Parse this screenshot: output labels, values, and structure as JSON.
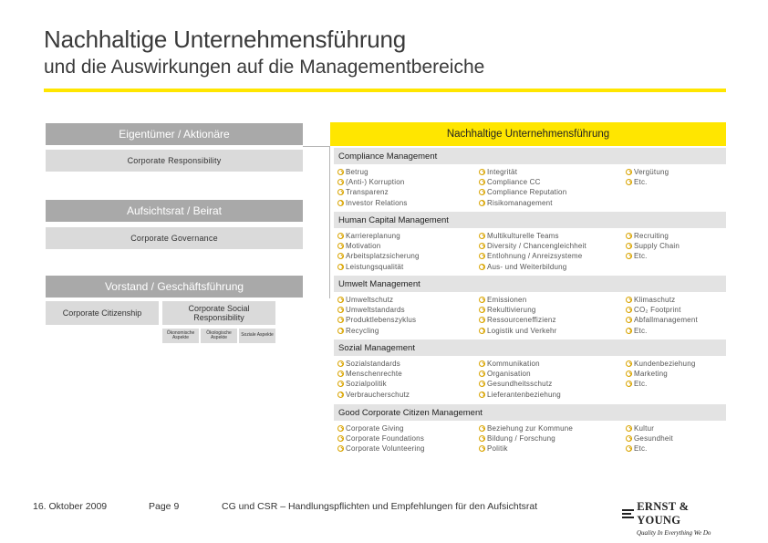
{
  "header": {
    "title": "Nachhaltige Unternehmensführung",
    "subtitle": "und die Auswirkungen auf die Managementbereiche"
  },
  "left": {
    "owners": "Eigentümer / Aktionäre",
    "corporate_responsibility": "Corporate Responsibility",
    "supervisory": "Aufsichtsrat / Beirat",
    "corporate_governance": "Corporate Governance",
    "executive": "Vorstand / Geschäftsführung",
    "corporate_citizenship": "Corporate Citizenship",
    "csr": "Corporate Social Responsibility",
    "aspects": [
      "Ökonomische Aspekte",
      "Ökologische Aspekte",
      "Soziale Aspekte"
    ]
  },
  "right": {
    "heading": "Nachhaltige Unternehmensführung",
    "sections": [
      {
        "title": "Compliance Management",
        "cols": [
          [
            "Betrug",
            "(Anti-) Korruption",
            "Transparenz",
            "Investor Relations"
          ],
          [
            "Integrität",
            "Compliance CC",
            "Compliance Reputation",
            "Risikomanagement"
          ],
          [
            "Vergütung",
            "Etc."
          ]
        ]
      },
      {
        "title": "Human Capital Management",
        "cols": [
          [
            "Karriereplanung",
            "Motivation",
            "Arbeitsplatzsicherung",
            "Leistungsqualität"
          ],
          [
            "Multikulturelle Teams",
            "Diversity / Chancengleichheit",
            "Entlohnung / Anreizsysteme",
            "Aus- und Weiterbildung"
          ],
          [
            "Recruiting",
            "Supply Chain",
            "Etc."
          ]
        ]
      },
      {
        "title": "Umwelt Management",
        "cols": [
          [
            "Umweltschutz",
            "Umweltstandards",
            "Produktlebenszyklus",
            "Recycling"
          ],
          [
            "Emissionen",
            "Rekultivierung",
            "Ressourceneffizienz",
            "Logistik und Verkehr"
          ],
          [
            "Klimaschutz",
            "CO₂ Footprint",
            "Abfallmanagement",
            "Etc."
          ]
        ]
      },
      {
        "title": "Sozial Management",
        "cols": [
          [
            "Sozialstandards",
            "Menschenrechte",
            "Sozialpolitik",
            "Verbraucherschutz"
          ],
          [
            "Kommunikation",
            "Organisation",
            "Gesundheitsschutz",
            "Lieferantenbeziehung"
          ],
          [
            "Kundenbeziehung",
            "Marketing",
            "Etc."
          ]
        ]
      },
      {
        "title": "Good Corporate Citizen Management",
        "cols": [
          [
            "Corporate Giving",
            "Corporate Foundations",
            "Corporate Volunteering"
          ],
          [
            "Beziehung zur Kommune",
            "Bildung / Forschung",
            "Politik"
          ],
          [
            "Kultur",
            "Gesundheit",
            "Etc."
          ]
        ]
      }
    ]
  },
  "footer": {
    "date": "16. Oktober 2009",
    "page": "Page 9",
    "caption": "CG und CSR – Handlungspflichten und Empfehlungen für den Aufsichtsrat",
    "logo_name": "ERNST & YOUNG",
    "logo_tagline": "Quality In Everything We Do"
  },
  "colors": {
    "accent_yellow": "#ffe600",
    "dark_gray_bar": "#a9a9a9",
    "light_gray_bar": "#dadada",
    "section_header_gray": "#e3e3e3"
  },
  "icons": {
    "bullet": "check-circle-icon",
    "logo": "ey-logo-icon"
  }
}
